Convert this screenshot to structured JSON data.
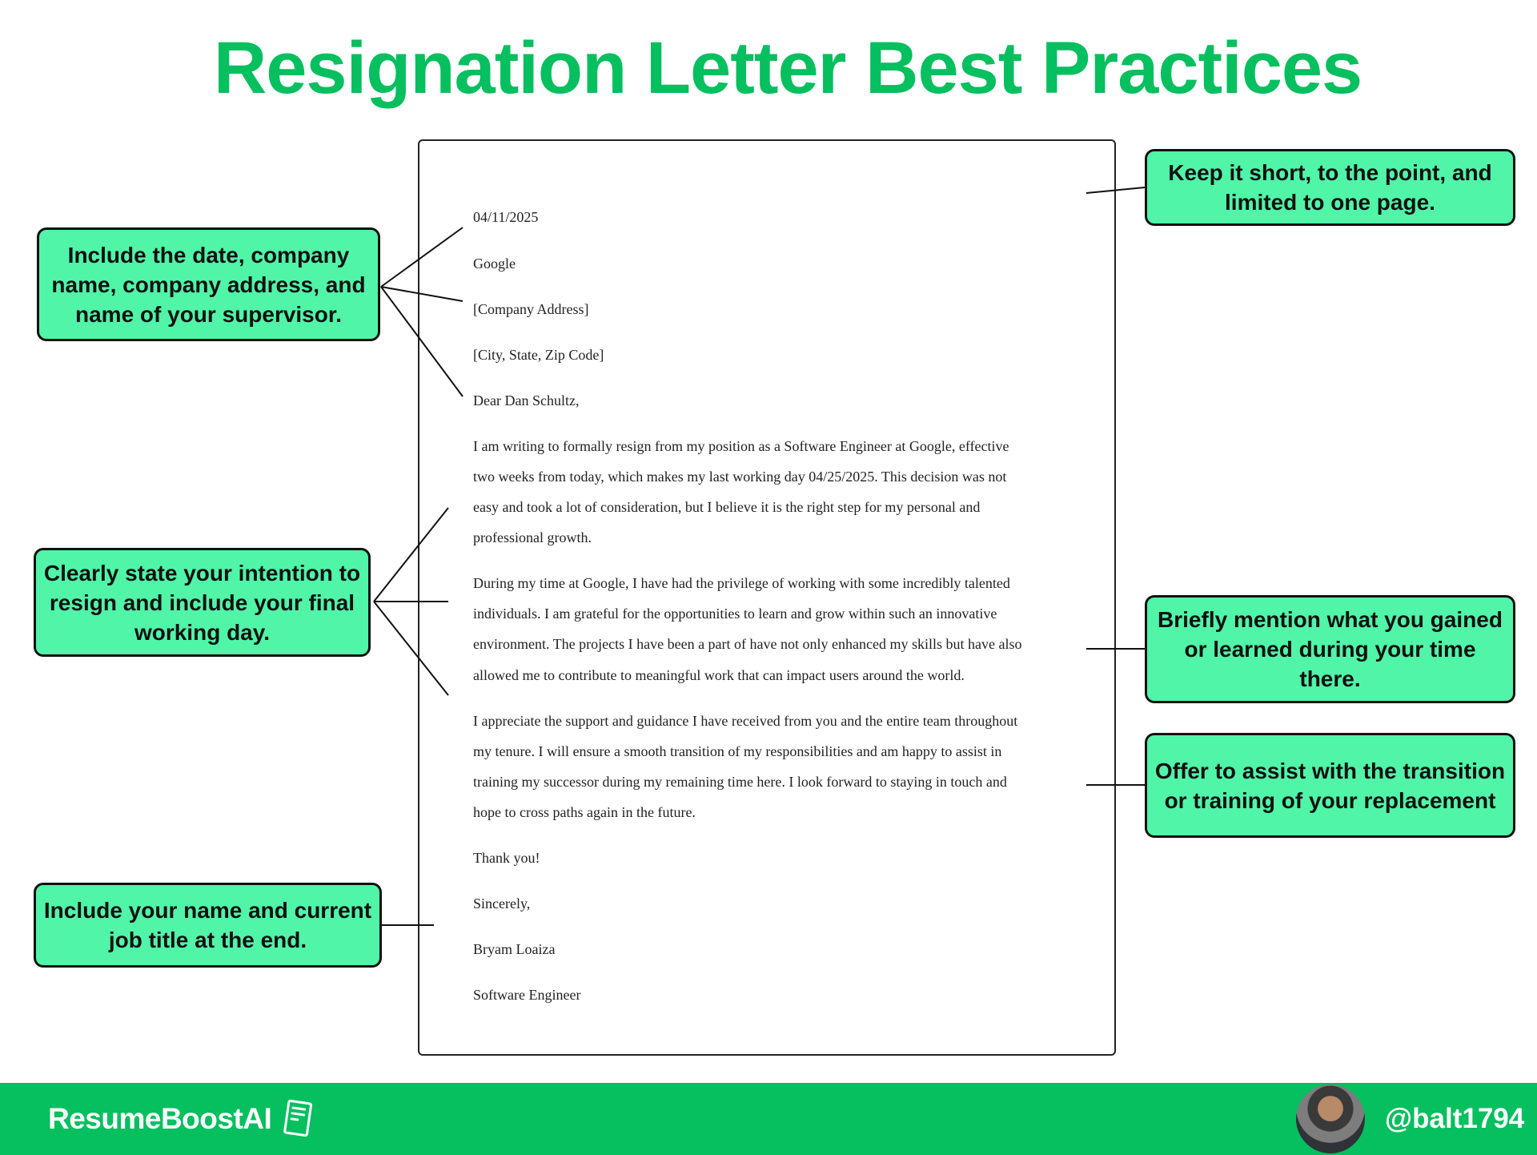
{
  "page": {
    "title": "Resignation Letter Best Practices",
    "accent_color": "#06BF5F",
    "callout_color": "#50F5A8"
  },
  "letter": {
    "date": "04/11/2025",
    "company": "Google",
    "company_address": "[Company Address]",
    "city_state_zip": "[City, State, Zip Code]",
    "salutation": "Dear Dan Schultz,",
    "paragraph1": [
      "I am writing to formally resign from my position as a Software Engineer at Google, effective",
      "two weeks from today, which makes my last working day 04/25/2025. This decision was not",
      "easy and took a lot of consideration, but I believe it is the right step for my personal and",
      "professional growth."
    ],
    "paragraph2": [
      "During my time at Google, I have had the privilege of working with some incredibly talented",
      "individuals. I am grateful for the opportunities to learn and grow within such an innovative",
      "environment. The projects I have been a part of have not only enhanced my skills but have also",
      "allowed me to contribute to meaningful work that can impact users around the world."
    ],
    "paragraph3": [
      "I appreciate the support and guidance I have received from you and the entire team throughout",
      "my tenure. I will ensure a smooth transition of my responsibilities and am happy to assist in",
      "training my successor during my remaining time here. I look forward to staying in touch and",
      "hope to cross paths again in the future."
    ],
    "thanks": "Thank you!",
    "closing": "Sincerely,",
    "name": "Bryam Loaiza",
    "job_title": "Software Engineer"
  },
  "callouts": {
    "header_info": "Include the date, company name, company address, and name of your supervisor.",
    "intention": "Clearly state your intention to resign and include your final working day.",
    "signature": "Include your name and current job title at the end.",
    "length": "Keep it short, to the point, and limited to one page.",
    "gained": "Briefly mention what you gained or learned during your time there.",
    "transition": "Offer to assist with the transition or training of your replacement"
  },
  "footer": {
    "brand": "ResumeBoostAI",
    "brand_icon": "document-icon",
    "avatar": "user-avatar",
    "handle": "@balt1794"
  }
}
